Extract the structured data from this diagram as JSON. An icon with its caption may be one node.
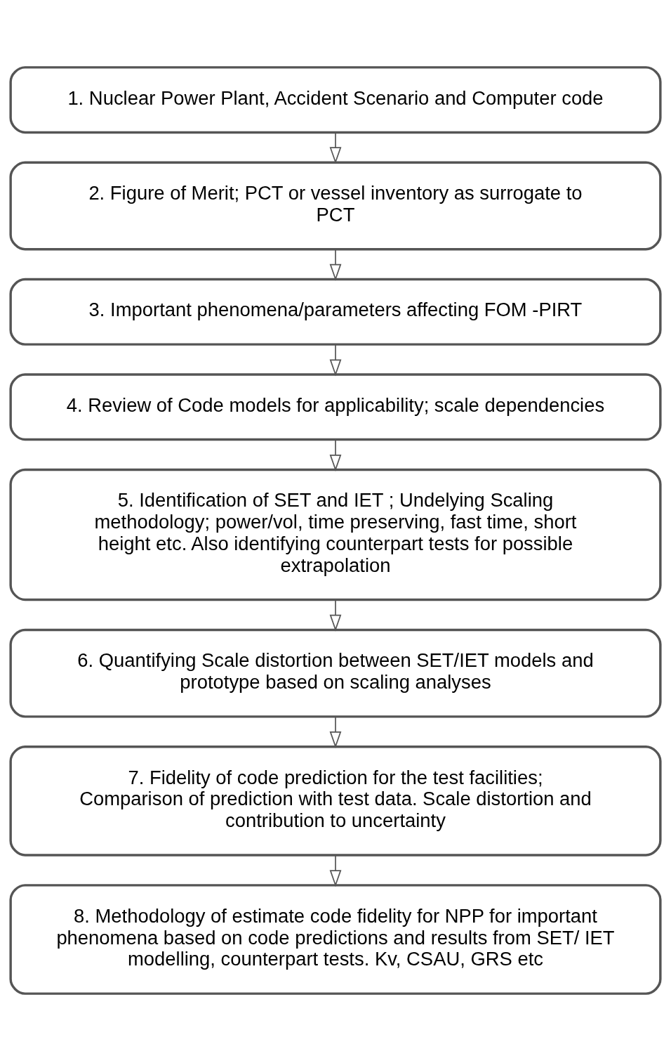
{
  "diagram": {
    "nodes": [
      {
        "text": [
          "1. Nuclear Power Plant, Accident Scenario and Computer code"
        ]
      },
      {
        "text": [
          "2. Figure of Merit; PCT or vessel inventory as surrogate to PCT"
        ]
      },
      {
        "text": [
          "3. Important phenomena/parameters affecting FOM -PIRT"
        ]
      },
      {
        "text": [
          "4. Review of Code models for applicability; scale dependencies"
        ]
      },
      {
        "text": [
          "5. Identification of SET and IET ; Undelying Scaling methodology; power/vol, time preserving, fast time, short height etc. Also identifying counterpart tests for possible extrapolation"
        ]
      },
      {
        "text": [
          "6. Quantifying Scale distortion between SET/IET models and prototype based on scaling analyses"
        ]
      },
      {
        "text": [
          "7. Fidelity of code prediction for the test facilities; Comparison of prediction with test data. Scale distortion and contribution to uncertainty"
        ]
      },
      {
        "text": [
          "8. Methodology of estimate code fidelity for NPP for important phenomena based on code predictions and results from SET/ IET modelling, counterpart tests. Kv, CSAU, GRS etc"
        ]
      }
    ],
    "edges": [
      {
        "from": 0,
        "to": 1,
        "arrow": "to"
      },
      {
        "from": 1,
        "to": 2,
        "arrow": "to"
      },
      {
        "from": 2,
        "to": 3,
        "arrow": "to"
      },
      {
        "from": 3,
        "to": 4,
        "arrow": "to"
      },
      {
        "from": 4,
        "to": 5,
        "arrow": "to"
      },
      {
        "from": 5,
        "to": 6,
        "arrow": "to"
      },
      {
        "from": 6,
        "to": 7,
        "arrow": "to"
      }
    ]
  }
}
